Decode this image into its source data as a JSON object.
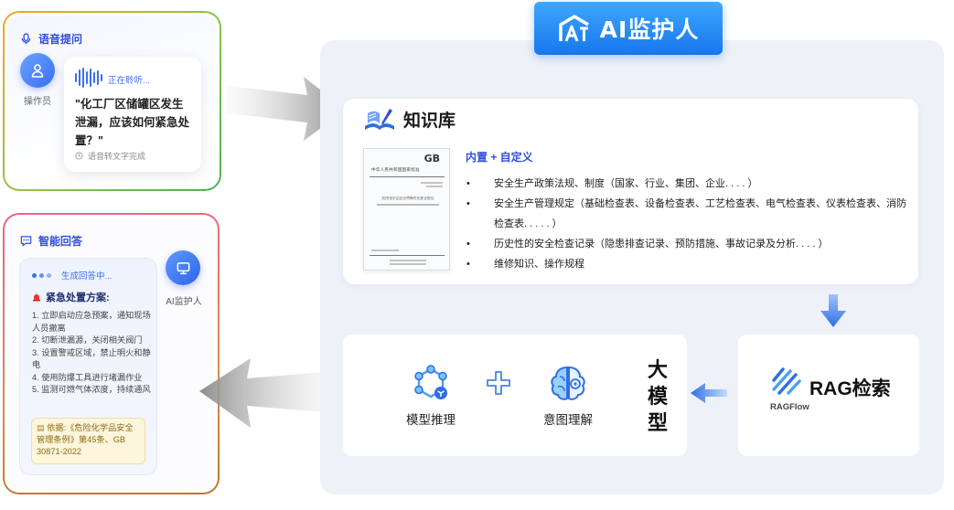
{
  "brand": {
    "name": "AI监护人"
  },
  "voice_card": {
    "title": "语音提问",
    "operator_label": "操作员",
    "status": "正在聆听...",
    "question": "\"化工厂区储罐区发生泄漏，应该如何紧急处置？\"",
    "stt_status": "语音转文字完成"
  },
  "answer_card": {
    "title": "智能回答",
    "generating": "生成回答中...",
    "plan_title": "紧急处置方案:",
    "steps": [
      "1. 立即启动应急预案，通知现场人员撤离",
      "2. 切断泄漏源，关闭相关阀门",
      "3. 设置警戒区域，禁止明火和静电",
      "4. 使用防爆工具进行堵漏作业",
      "5. 监测可燃气体浓度，持续通风"
    ],
    "basis": "依据:《危险化学品安全管理条例》第45条、GB 30871-2022",
    "ai_label": "AI监护人"
  },
  "knowledge_base": {
    "title": "知识库",
    "subtitle": "内置 + 自定义",
    "doc": {
      "badge": "GB",
      "org": "中华人民共和国国家标准",
      "title": "危险化学品企业特殊作业安全规范"
    },
    "items": [
      "安全生产政策法规、制度（国家、行业、集团、企业. . . . ）",
      "安全生产管理规定（基础检查表、设备检查表、工艺检查表、电气检查表、仪表检查表、消防检查表. . . . . ）",
      "历史性的安全检查记录（隐患排查记录、预防措施、事故记录及分析. . . . ）",
      "维修知识、操作规程"
    ]
  },
  "model": {
    "reasoning_label": "模型推理",
    "intent_label": "意图理解",
    "big_model": [
      "大",
      "模",
      "型"
    ]
  },
  "rag": {
    "title": "RAG检索",
    "brand": "RAGFlow"
  },
  "colors": {
    "accent": "#2f4fd8",
    "brand_blue": "#1876ec",
    "panel_bg": "#eef1f8"
  }
}
